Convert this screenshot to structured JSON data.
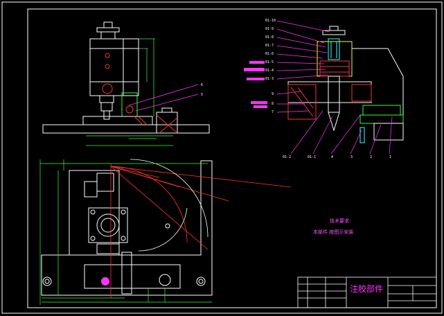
{
  "drawing": {
    "title": "注胶部件",
    "notes": {
      "heading": "技术要求:",
      "line1": "本部件 按图示安装"
    },
    "part_labels_right": [
      "01-10",
      "01-9",
      "01-8",
      "01-7",
      "01-6",
      "01-5",
      "01-4",
      "01-3",
      "9",
      "8",
      "7"
    ],
    "part_labels_bottom": [
      "01-2",
      "01-1",
      "4",
      "3",
      "2",
      "1"
    ],
    "part_labels_left": [
      "6",
      "5"
    ]
  }
}
